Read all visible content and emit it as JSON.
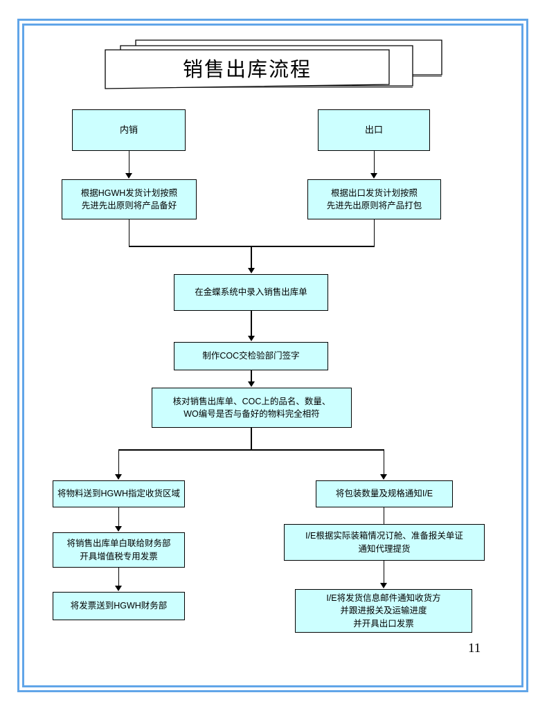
{
  "document": {
    "title": "销售出库流程",
    "page_number": "11",
    "border_color": "#61a5e8",
    "node_fill": "#ccffff",
    "node_stroke": "#000000"
  },
  "chart_data": {
    "type": "diagram",
    "title": "销售出库流程",
    "nodes": [
      {
        "id": "n1",
        "label": "内销"
      },
      {
        "id": "n2",
        "label": "出口"
      },
      {
        "id": "n3",
        "label": "根据HGWH发货计划按照\n先进先出原则将产品备好"
      },
      {
        "id": "n4",
        "label": "根据出口发货计划按照\n先进先出原则将产品打包"
      },
      {
        "id": "n5",
        "label": "在金蝶系统中录入销售出库单"
      },
      {
        "id": "n6",
        "label": "制作COC交检验部门签字"
      },
      {
        "id": "n7",
        "label": "核对销售出库单、COC上的品名、数量、\nWO编号是否与备好的物料完全相符"
      },
      {
        "id": "n8",
        "label": "将物料送到HGWH指定收货区域"
      },
      {
        "id": "n9",
        "label": "将包装数量及规格通知I/E"
      },
      {
        "id": "n10",
        "label": "将销售出库单白联给财务部\n开具增值税专用发票"
      },
      {
        "id": "n11",
        "label": "I/E根据实际装箱情况订舱、准备报关单证\n通知代理提货"
      },
      {
        "id": "n12",
        "label": "将发票送到HGWH财务部"
      },
      {
        "id": "n13",
        "label": "I/E将发货信息邮件通知收货方\n并跟进报关及运输进度\n并开具出口发票"
      }
    ],
    "edges": [
      {
        "from": "n1",
        "to": "n3"
      },
      {
        "from": "n2",
        "to": "n4"
      },
      {
        "from": "n3",
        "to": "n5"
      },
      {
        "from": "n4",
        "to": "n5"
      },
      {
        "from": "n5",
        "to": "n6"
      },
      {
        "from": "n6",
        "to": "n7"
      },
      {
        "from": "n7",
        "to": "n8"
      },
      {
        "from": "n7",
        "to": "n9"
      },
      {
        "from": "n8",
        "to": "n10"
      },
      {
        "from": "n10",
        "to": "n12"
      },
      {
        "from": "n9",
        "to": "n11"
      },
      {
        "from": "n11",
        "to": "n13"
      }
    ]
  }
}
